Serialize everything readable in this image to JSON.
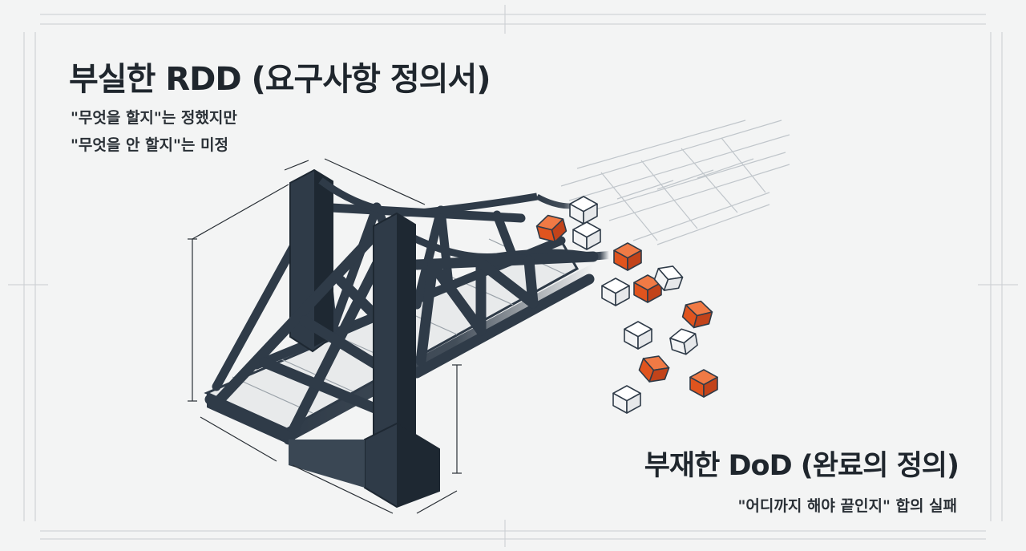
{
  "top_section": {
    "title": "부실한 RDD (요구사항 정의서)",
    "subtitle_lines": [
      "\"무엇을 할지\"는 정했지만",
      "\"무엇을 안 할지\"는 미정"
    ]
  },
  "bottom_section": {
    "title": "부재한 DoD (완료의 정의)",
    "subtitle": "\"어디까지 해야 끝인지\" 합의 실패"
  },
  "colors": {
    "background": "#f3f4f4",
    "steel": "#2f3b48",
    "steel_dark": "#1e2832",
    "accent_block": "#e0541e",
    "text": "#1f262d"
  },
  "icons": [
    "unfinished-bridge-illustration",
    "falling-block-icon"
  ]
}
